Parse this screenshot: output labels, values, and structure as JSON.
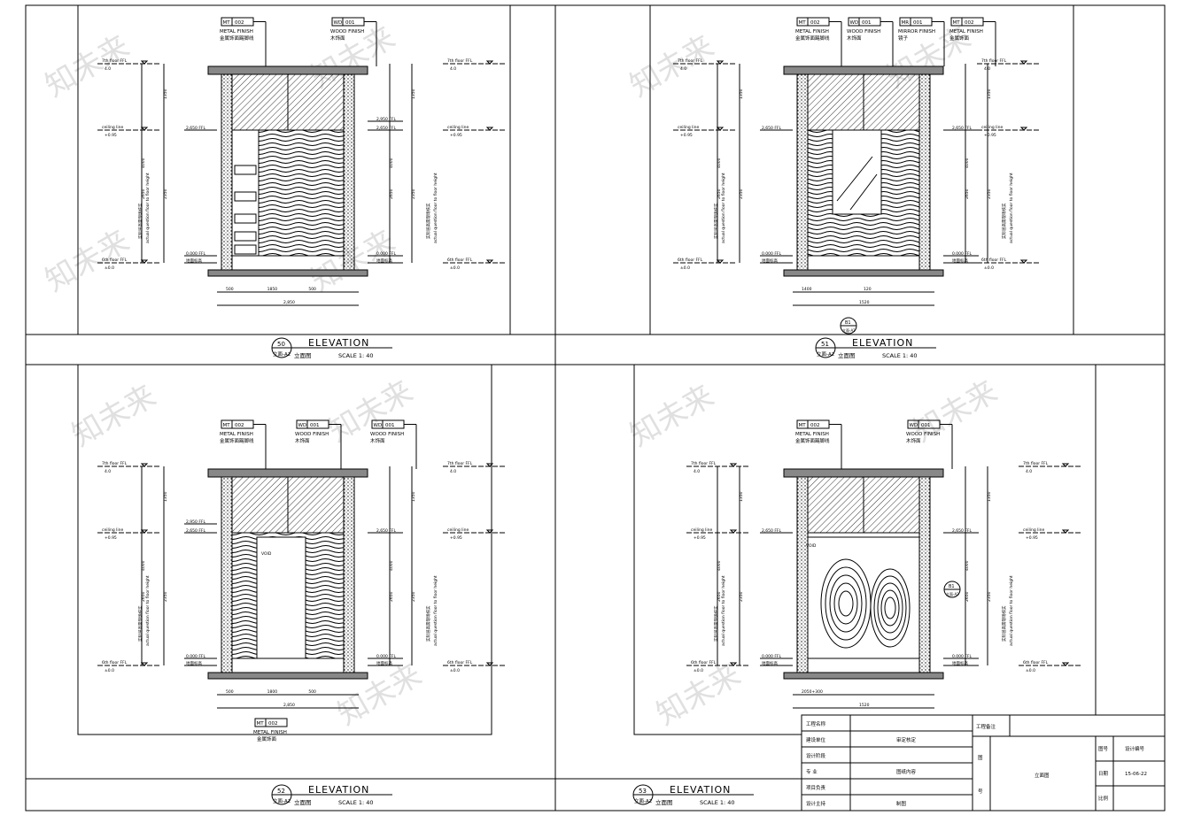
{
  "watermark": "知未来",
  "panels": [
    {
      "id": "p50",
      "callout": {
        "number": "50",
        "sheet": "立面-A2",
        "title": "ELEVATION",
        "cn": "立面图",
        "scale": "SCALE 1: 40"
      },
      "tags": [
        {
          "code": "MT",
          "num": "002",
          "en": "METAL FINISH",
          "cn": "金属饰面踢脚线"
        },
        {
          "code": "WD",
          "num": "001",
          "en": "WOOD FINISH",
          "cn": "木饰面"
        }
      ],
      "left_levels": [
        {
          "name": "7th floor FFL",
          "val": "4.0"
        },
        {
          "name": "ceiling line",
          "val": "+0.95"
        },
        {
          "name": "6th floor FFL",
          "val": "±0.0"
        }
      ],
      "right_levels": [
        {
          "name": "7th floor FFL",
          "val": "4.0"
        },
        {
          "name": "ceiling line",
          "val": "+0.95"
        },
        {
          "name": "6th floor FFL",
          "val": "±0.0"
        }
      ],
      "left_marks": [
        "2,650 FFL",
        "0.000 FFL",
        "地面标高"
      ],
      "right_marks": [
        "2,950 FFL",
        "2,650 FFL",
        "0.000 FFL",
        "地面标高"
      ],
      "dims_left": [
        "1350",
        "2650",
        "2350",
        "4000"
      ],
      "dims_right": [
        "1350",
        "2650",
        "2350",
        "4000"
      ],
      "vert_note_cn": "实际层高需现场核实",
      "vert_note_en": "actual question floor to floor height",
      "bottom_dims": [
        "500",
        "1850",
        "500",
        "2,850"
      ]
    },
    {
      "id": "p51",
      "callout": {
        "number": "51",
        "sheet": "立面-A2",
        "title": "ELEVATION",
        "cn": "立面图",
        "scale": "SCALE 1: 40"
      },
      "tags": [
        {
          "code": "MT",
          "num": "002",
          "en": "METAL FINISH",
          "cn": "金属饰面踢脚线"
        },
        {
          "code": "WD",
          "num": "001",
          "en": "WOOD FINISH",
          "cn": "木饰面"
        },
        {
          "code": "MR",
          "num": "001",
          "en": "MIRROR FINISH",
          "cn": "镜子"
        },
        {
          "code": "MT",
          "num": "002",
          "en": "METAL FINISH",
          "cn": "金属饰面"
        }
      ],
      "left_levels": [
        {
          "name": "7th floor FFL",
          "val": "4.0"
        },
        {
          "name": "ceiling line",
          "val": "+0.95"
        },
        {
          "name": "6th floor FFL",
          "val": "±0.0"
        }
      ],
      "right_levels": [
        {
          "name": "7th floor FFL",
          "val": "4.0"
        },
        {
          "name": "ceiling line",
          "val": "+0.95"
        },
        {
          "name": "6th floor FFL",
          "val": "±0.0"
        }
      ],
      "left_marks": [
        "2,650 FFL",
        "0.000 FFL",
        "地面标高"
      ],
      "right_marks": [
        "2,650 FFL",
        "0.000 FFL",
        "地面标高"
      ],
      "dims_left": [
        "1350",
        "2650",
        "2350",
        "4000"
      ],
      "dims_right": [
        "1350",
        "2650",
        "2350",
        "4000"
      ],
      "vert_note_cn": "实际层高需现场核实",
      "vert_note_en": "actual question floor to floor height",
      "bottom_dims": [
        "1400",
        "120",
        "1520"
      ],
      "section_marker": {
        "num": "B1",
        "sheet": "立面-A2"
      }
    },
    {
      "id": "p52",
      "callout": {
        "number": "52",
        "sheet": "立面-A2",
        "title": "ELEVATION",
        "cn": "立面图",
        "scale": "SCALE 1: 40"
      },
      "tags": [
        {
          "code": "MT",
          "num": "002",
          "en": "METAL FINISH",
          "cn": "金属饰面踢脚线"
        },
        {
          "code": "WD",
          "num": "001",
          "en": "WOOD FINISH",
          "cn": "木饰面"
        },
        {
          "code": "WD",
          "num": "001",
          "en": "WOOD FINISH",
          "cn": "木饰面"
        }
      ],
      "bottom_tag": {
        "code": "MT",
        "num": "002",
        "en": "METAL FINISH",
        "cn": "金属饰面"
      },
      "left_levels": [
        {
          "name": "7th floor FFL",
          "val": "4.0"
        },
        {
          "name": "ceiling line",
          "val": "+0.95"
        },
        {
          "name": "6th floor FFL",
          "val": "±0.0"
        }
      ],
      "right_levels": [
        {
          "name": "7th floor FFL",
          "val": "4.0"
        },
        {
          "name": "ceiling line",
          "val": "+0.95"
        },
        {
          "name": "6th floor FFL",
          "val": "±0.0"
        }
      ],
      "left_marks": [
        "2,950 FFL",
        "2,650 FFL",
        "0.000 FFL",
        "地面标高"
      ],
      "right_marks": [
        "2,650 FFL",
        "0.000 FFL",
        "地面标高"
      ],
      "dims_left": [
        "1350",
        "2650",
        "2350",
        "4000"
      ],
      "dims_right": [
        "1350",
        "2650",
        "2350",
        "4000"
      ],
      "vert_note_cn": "实际层高需现场核实",
      "vert_note_en": "actual question floor to floor height",
      "bottom_dims": [
        "500",
        "1800",
        "500",
        "2,850"
      ],
      "void_label": "VOID"
    },
    {
      "id": "p53",
      "callout": {
        "number": "53",
        "sheet": "立面-A2",
        "title": "ELEVATION",
        "cn": "立面图",
        "scale": "SCALE 1: 40"
      },
      "tags": [
        {
          "code": "MT",
          "num": "002",
          "en": "METAL FINISH",
          "cn": "金属饰面踢脚线"
        },
        {
          "code": "WD",
          "num": "001",
          "en": "WOOD FINISH",
          "cn": "木饰面"
        }
      ],
      "left_levels": [
        {
          "name": "7th floor FFL",
          "val": "4.0"
        },
        {
          "name": "ceiling line",
          "val": "+0.95"
        },
        {
          "name": "6th floor FFL",
          "val": "±0.0"
        }
      ],
      "right_levels": [
        {
          "name": "7th floor FFL",
          "val": "4.0"
        },
        {
          "name": "ceiling line",
          "val": "+0.95"
        },
        {
          "name": "6th floor FFL",
          "val": "±0.0"
        }
      ],
      "left_marks": [
        "2,650 FFL",
        "0.000 FFL",
        "地面标高"
      ],
      "right_marks": [
        "2,650 FFL",
        "0.000 FFL",
        "地面标高"
      ],
      "dims_left": [
        "1350",
        "2650",
        "2350",
        "4000"
      ],
      "dims_right": [
        "1350",
        "2650",
        "2350",
        "4000"
      ],
      "vert_note_cn": "实际层高需现场核实",
      "vert_note_en": "actual question floor to floor height",
      "bottom_dims": [
        "2050+300",
        "1520"
      ],
      "void_label": "VOID",
      "section_marker": {
        "num": "B1",
        "sheet": "立面-A2"
      }
    }
  ],
  "title_block": {
    "rows": [
      {
        "label": "工程名称",
        "value": ""
      },
      {
        "label": "建设单位",
        "value": "审定核定"
      },
      {
        "label": "设计阶段",
        "value": ""
      },
      {
        "label": "专 业",
        "value": "图纸内容"
      },
      {
        "label": "项目负责",
        "value": ""
      },
      {
        "label": "设计主持",
        "value": "制图"
      }
    ],
    "remark_label": "工程备注",
    "side_chars": [
      "图",
      "号"
    ],
    "drawing_name": "立面图",
    "info": [
      {
        "label": "图号",
        "value": "设计编号"
      },
      {
        "label": "日期",
        "value": "15-06-22"
      },
      {
        "label": "比例",
        "value": ""
      }
    ]
  }
}
